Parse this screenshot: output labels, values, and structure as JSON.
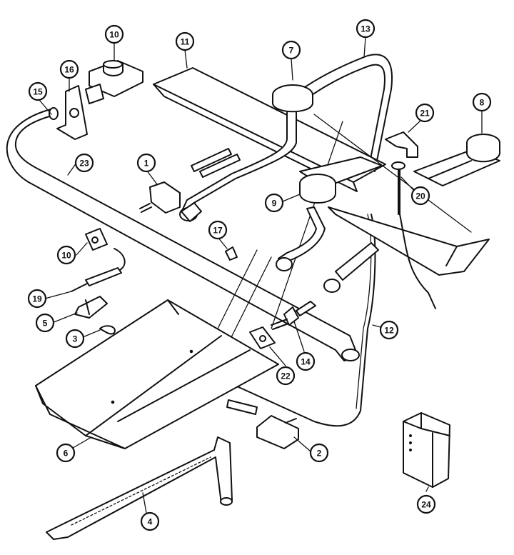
{
  "diagram": {
    "callouts": [
      {
        "id": "c1",
        "label": "1"
      },
      {
        "id": "c2",
        "label": "2"
      },
      {
        "id": "c3",
        "label": "3"
      },
      {
        "id": "c4",
        "label": "4"
      },
      {
        "id": "c5",
        "label": "5"
      },
      {
        "id": "c6",
        "label": "6"
      },
      {
        "id": "c7",
        "label": "7"
      },
      {
        "id": "c8",
        "label": "8"
      },
      {
        "id": "c9",
        "label": "9"
      },
      {
        "id": "c10a",
        "label": "10"
      },
      {
        "id": "c10b",
        "label": "10"
      },
      {
        "id": "c11",
        "label": "11"
      },
      {
        "id": "c12",
        "label": "12"
      },
      {
        "id": "c13",
        "label": "13"
      },
      {
        "id": "c14",
        "label": "14"
      },
      {
        "id": "c15",
        "label": "15"
      },
      {
        "id": "c16",
        "label": "16"
      },
      {
        "id": "c17",
        "label": "17"
      },
      {
        "id": "c19",
        "label": "19"
      },
      {
        "id": "c20",
        "label": "20"
      },
      {
        "id": "c21",
        "label": "21"
      },
      {
        "id": "c22",
        "label": "22"
      },
      {
        "id": "c23",
        "label": "23"
      },
      {
        "id": "c24",
        "label": "24"
      }
    ]
  }
}
